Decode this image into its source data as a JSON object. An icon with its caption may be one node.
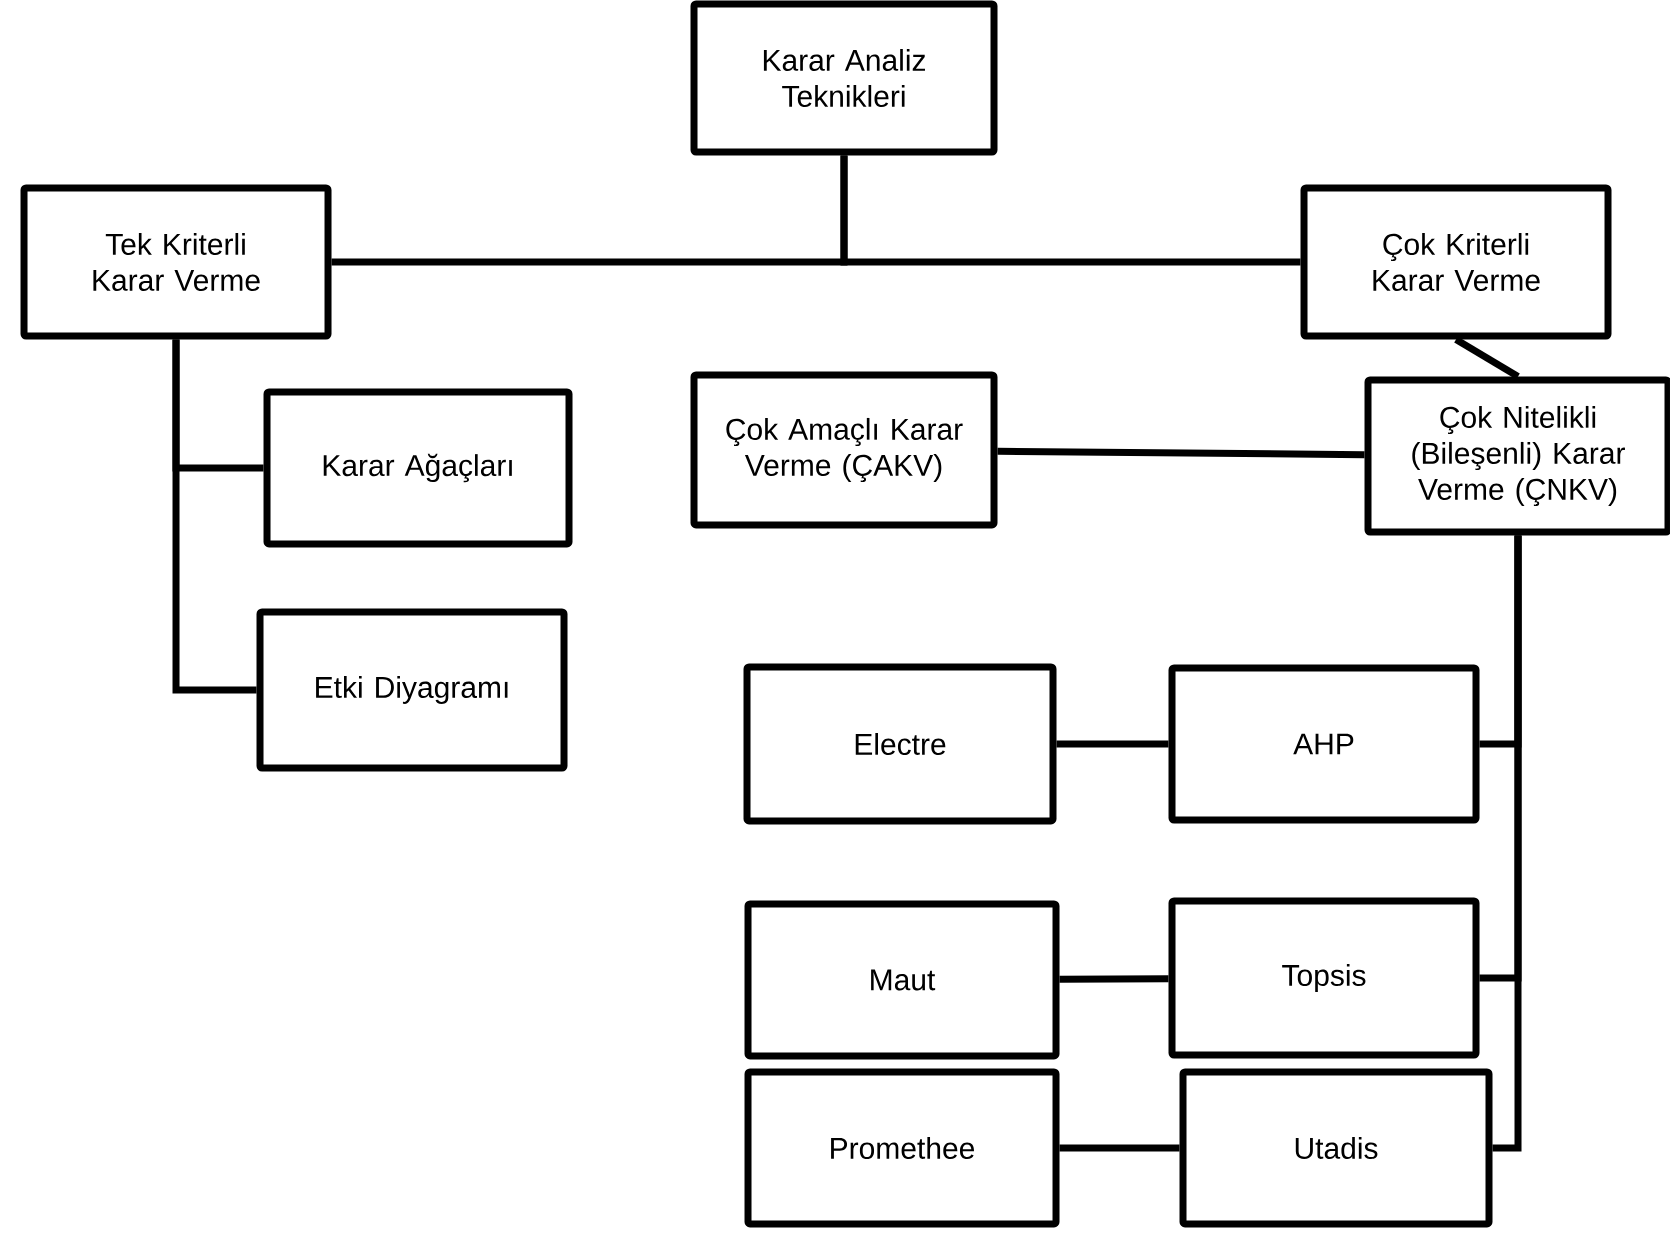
{
  "diagram": {
    "nodes": [
      {
        "text": [
          "Karar Analiz Teknikleri"
        ]
      },
      {
        "text": [
          "Tek Kriterli Karar Verme"
        ]
      },
      {
        "text": [
          "Çok Kriterli Karar Verme"
        ]
      },
      {
        "text": [
          "Karar Ağaçları"
        ]
      },
      {
        "text": [
          "Çok Amaçlı Karar Verme (ÇAKV)"
        ]
      },
      {
        "text": [
          "Çok Nitelikli (Bileşenli) Karar Verme (ÇNKV)"
        ]
      },
      {
        "text": [
          "Etki Diyagramı"
        ]
      },
      {
        "text": [
          "Electre"
        ]
      },
      {
        "text": [
          "AHP"
        ]
      },
      {
        "text": [
          "Maut"
        ]
      },
      {
        "text": [
          "Topsis"
        ]
      },
      {
        "text": [
          "Promethee"
        ]
      },
      {
        "text": [
          "Utadis"
        ]
      }
    ],
    "edges": [
      {
        "from": 0,
        "to": 1,
        "arrow": "none"
      },
      {
        "from": 0,
        "to": 2,
        "arrow": "none"
      },
      {
        "from": 1,
        "to": 3,
        "arrow": "none"
      },
      {
        "from": 1,
        "to": 6,
        "arrow": "none"
      },
      {
        "from": 2,
        "to": 5,
        "arrow": "none"
      },
      {
        "from": 4,
        "to": 5,
        "arrow": "none"
      },
      {
        "from": 5,
        "to": 8,
        "arrow": "none"
      },
      {
        "from": 5,
        "to": 10,
        "arrow": "none"
      },
      {
        "from": 5,
        "to": 12,
        "arrow": "none"
      },
      {
        "from": 8,
        "to": 7,
        "arrow": "none"
      },
      {
        "from": 10,
        "to": 9,
        "arrow": "none"
      },
      {
        "from": 12,
        "to": 11,
        "arrow": "none"
      }
    ]
  }
}
